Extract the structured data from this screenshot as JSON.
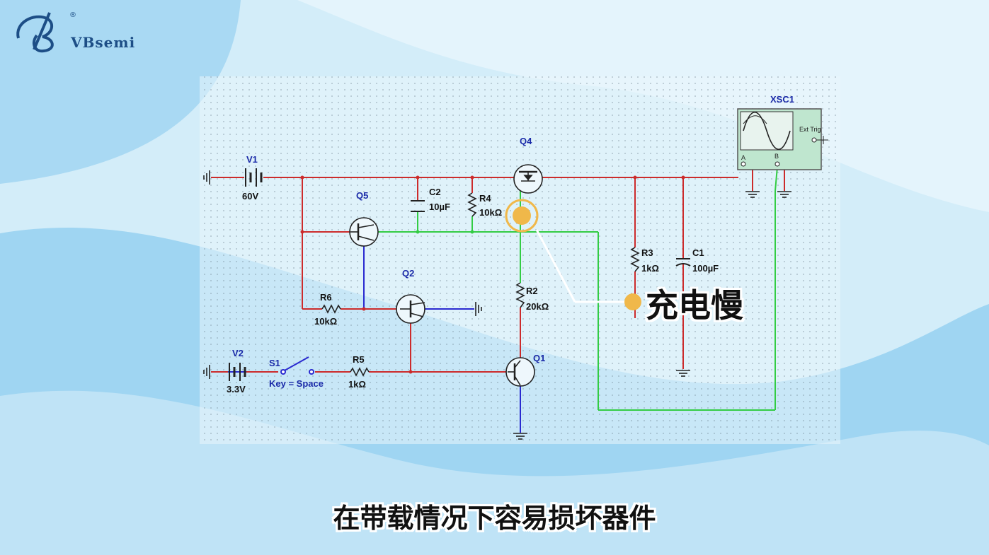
{
  "brand": {
    "name": "VBsemi",
    "reg": "®"
  },
  "components": {
    "v1": {
      "ref": "V1",
      "value": "60V"
    },
    "v2": {
      "ref": "V2",
      "value": "3.3V"
    },
    "s1": {
      "ref": "S1",
      "value": "Key = Space"
    },
    "q1": {
      "ref": "Q1"
    },
    "q2": {
      "ref": "Q2"
    },
    "q4": {
      "ref": "Q4"
    },
    "q5": {
      "ref": "Q5"
    },
    "c1": {
      "ref": "C1",
      "value": "100µF"
    },
    "c2": {
      "ref": "C2",
      "value": "10µF"
    },
    "r2": {
      "ref": "R2",
      "value": "20kΩ"
    },
    "r3": {
      "ref": "R3",
      "value": "1kΩ"
    },
    "r4": {
      "ref": "R4",
      "value": "10kΩ"
    },
    "r5": {
      "ref": "R5",
      "value": "1kΩ"
    },
    "r6": {
      "ref": "R6",
      "value": "10kΩ"
    },
    "xsc1": {
      "ref": "XSC1",
      "ext_trig": "Ext Trig",
      "ch_a": "A",
      "ch_b": "B"
    }
  },
  "colors": {
    "wire_red": "#cc2b2b",
    "wire_green": "#33cc44",
    "wire_blue": "#2a2ad0",
    "accent": "#f0b84a",
    "grid_bg": "#e9f5fb"
  },
  "callout": "充电慢",
  "subtitle": "在带载情况下容易损坏器件"
}
